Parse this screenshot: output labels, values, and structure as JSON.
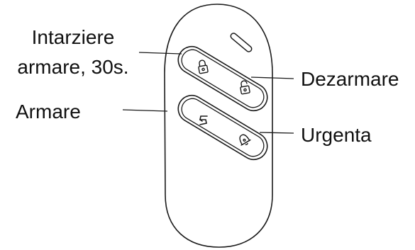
{
  "labels": {
    "arm_delay_line1": "Intarziere",
    "arm_delay_line2": "armare, 30s.",
    "disarm": "Dezarmare",
    "arm": "Armare",
    "emergency": "Urgenta"
  },
  "icons": {
    "arm_delay": "padlock-closed-icon",
    "disarm": "padlock-open-icon",
    "arm": "swirl-icon",
    "emergency": "alarm-bell-icon"
  },
  "colors": {
    "outline": "#1a1a1a",
    "background": "#ffffff",
    "text": "#111111"
  }
}
